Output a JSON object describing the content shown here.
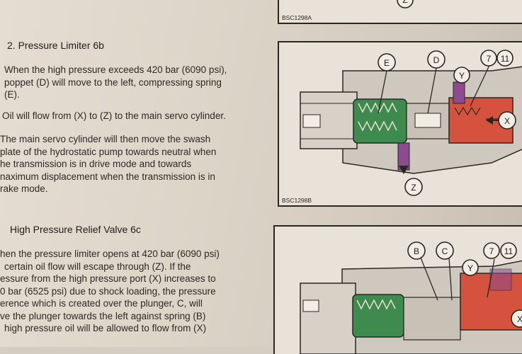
{
  "section2": {
    "heading": "2.   Pressure Limiter 6b",
    "para1": [
      "When the high pressure exceeds 420 bar (6090 psi),",
      "poppet (D) will move to the left, compressing spring",
      "(E)."
    ],
    "para2": [
      "Oil will flow from (X) to (Z) to the main servo cylinder."
    ],
    "para3": [
      "The main servo cylinder will then move the swash",
      "plate of the hydrostatic pump towards neutral when",
      "he transmission is in drive mode and towards",
      "naximum displacement when the transmission is in",
      "rake mode."
    ]
  },
  "section3": {
    "heading": "High Pressure Relief Valve 6c",
    "para1": [
      "hen the pressure limiter opens at 420 bar (6090 psi)",
      "certain oil flow will escape through (Z). If the",
      "essure from the high pressure port (X) increases to",
      "0 bar (6525 psi) due to shock loading, the pressure",
      "erence which is created over the plunger, C, will",
      "ve the plunger towards the left against spring (B)",
      "high pressure oil will be allowed to flow from (X)"
    ]
  },
  "figure_top": {
    "code": "BSC1298A",
    "labels": {
      "z": "Z"
    }
  },
  "figure_mid": {
    "code": "BSC1298B",
    "labels": {
      "e": "E",
      "d": "D",
      "n7": "7",
      "n11": "11",
      "y": "Y",
      "x": "X",
      "z": "Z"
    }
  },
  "figure_bottom": {
    "labels": {
      "b": "B",
      "c": "C",
      "n7": "7",
      "n11": "11",
      "y": "Y",
      "x": "X"
    }
  },
  "colors": {
    "spring_green": "#3f8a4e",
    "high_pressure_red": "#d5533e",
    "servo_purple": "#8c4a8f",
    "line_black": "#2a2622"
  }
}
